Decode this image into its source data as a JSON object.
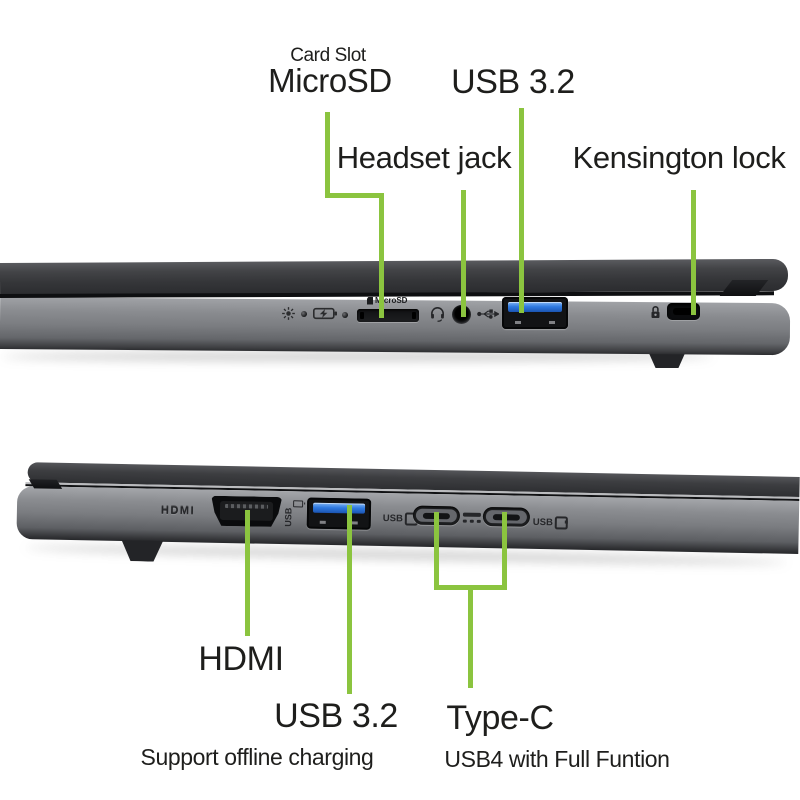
{
  "colors": {
    "accent_green": "#8bc43f",
    "label_text": "#1e1e1c",
    "usb_port_blue": "#2e79e0"
  },
  "top_view": {
    "callouts": {
      "card_slot_title": "Card Slot",
      "microsd": "MicroSD",
      "usb": "USB 3.2",
      "headset": "Headset jack",
      "kensington": "Kensington lock"
    },
    "markings": {
      "microsd_slot": "MicroSD"
    }
  },
  "bottom_view": {
    "callouts": {
      "hdmi": "HDMI",
      "usb": "USB 3.2",
      "usb_sub": "Support offline charging",
      "typec": "Type-C",
      "typec_sub": "USB4 with Full Funtion"
    },
    "markings": {
      "hdmi_port": "HDMI",
      "usb_offline": "USB",
      "usb_logo_left": "USB",
      "usb_logo_right": "USB"
    }
  }
}
